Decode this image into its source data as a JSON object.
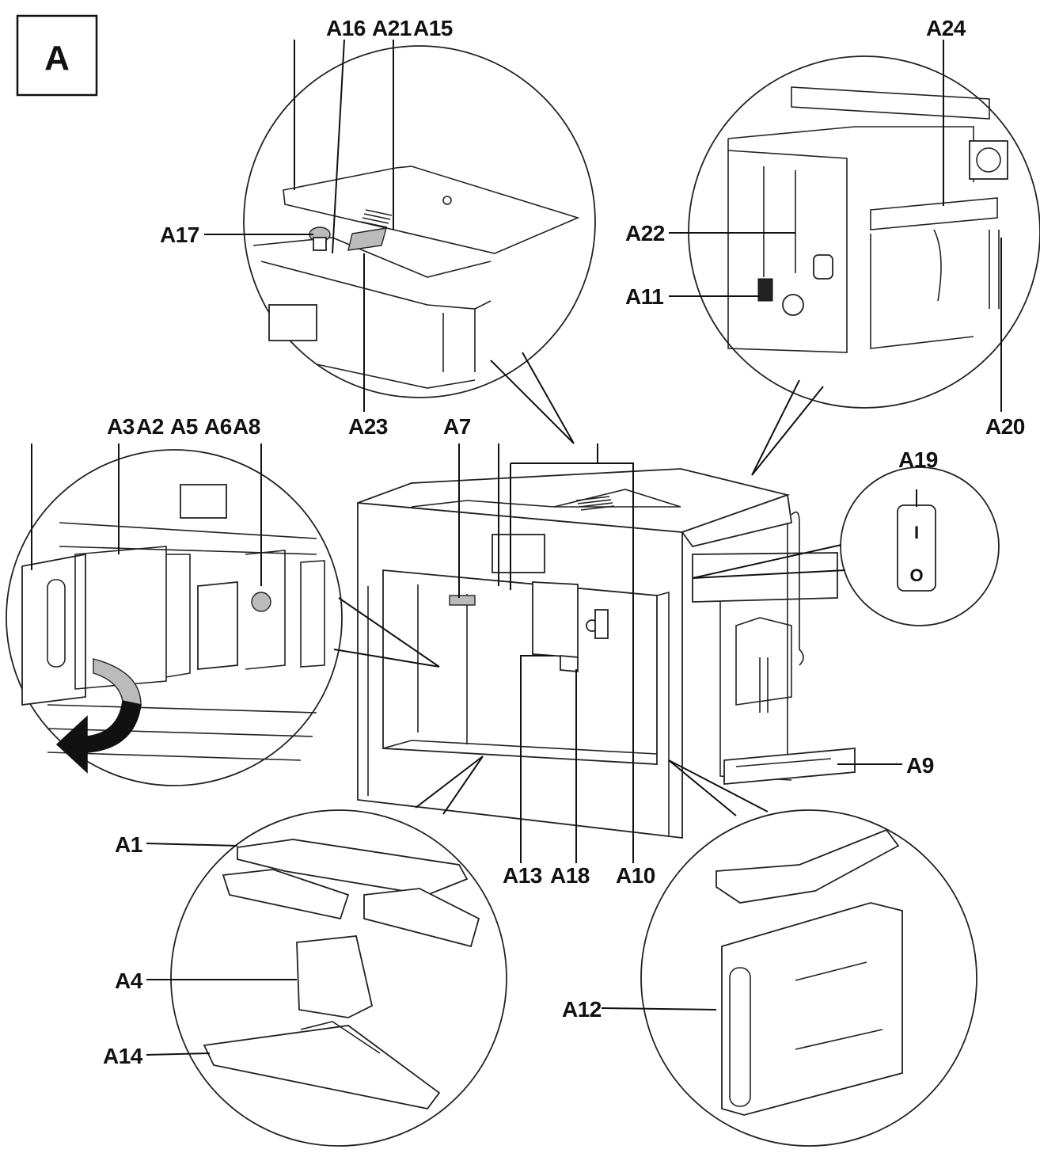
{
  "figure_tag": "A",
  "switch": {
    "on_symbol": "I",
    "off_symbol": "O"
  },
  "labels": {
    "A1": "A1",
    "A2": "A2",
    "A3": "A3",
    "A4": "A4",
    "A5": "A5",
    "A6": "A6",
    "A7": "A7",
    "A8": "A8",
    "A9": "A9",
    "A10": "A10",
    "A11": "A11",
    "A12": "A12",
    "A13": "A13",
    "A14": "A14",
    "A15": "A15",
    "A16": "A16",
    "A17": "A17",
    "A18": "A18",
    "A19": "A19",
    "A20": "A20",
    "A21": "A21",
    "A22": "A22",
    "A23": "A23",
    "A24": "A24"
  }
}
